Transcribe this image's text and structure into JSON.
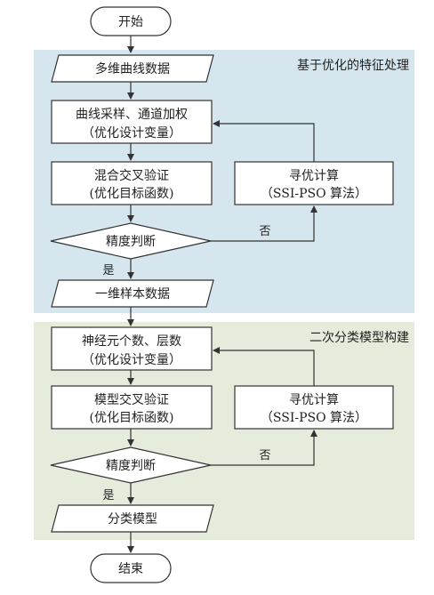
{
  "colors": {
    "panel_top": "#d5e6ee",
    "panel_bottom": "#e5ecdb",
    "node_fill": "#ffffff",
    "stroke": "#333333"
  },
  "terminals": {
    "start": "开始",
    "end": "结束"
  },
  "section1": {
    "title": "基于优化的特征处理",
    "input": "多维曲线数据",
    "step1": {
      "line1": "曲线采样、通道加权",
      "line2": "（优化设计变量）"
    },
    "step2": {
      "line1": "混合交叉验证",
      "line2": "(优化目标函数)"
    },
    "optimizer": {
      "line1": "寻优计算",
      "line2": "（SSI-PSO 算法）"
    },
    "decision": "精度判断",
    "no_label": "否",
    "yes_label": "是",
    "output": "一维样本数据"
  },
  "section2": {
    "title": "二次分类模型构建",
    "step1": {
      "line1": "神经元个数、层数",
      "line2": "（优化设计变量）"
    },
    "step2": {
      "line1": "模型交叉验证",
      "line2": "(优化目标函数)"
    },
    "optimizer": {
      "line1": "寻优计算",
      "line2": "（SSI-PSO 算法）"
    },
    "decision": "精度判断",
    "no_label": "否",
    "yes_label": "是",
    "output": "分类模型"
  }
}
